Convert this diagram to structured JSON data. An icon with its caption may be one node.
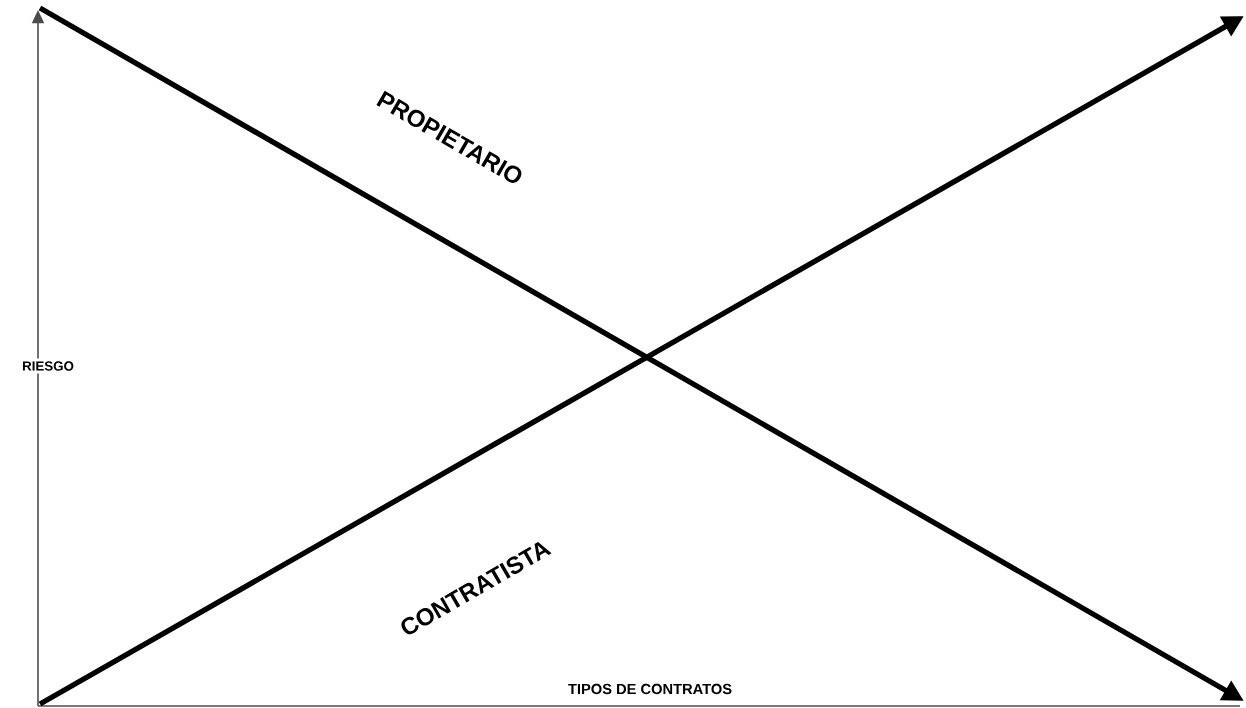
{
  "diagram": {
    "labels": [
      "PROPIETARIO",
      "RIESGO",
      "CONTRATISTA",
      "TIPOS DE CONTRATOS"
    ]
  }
}
